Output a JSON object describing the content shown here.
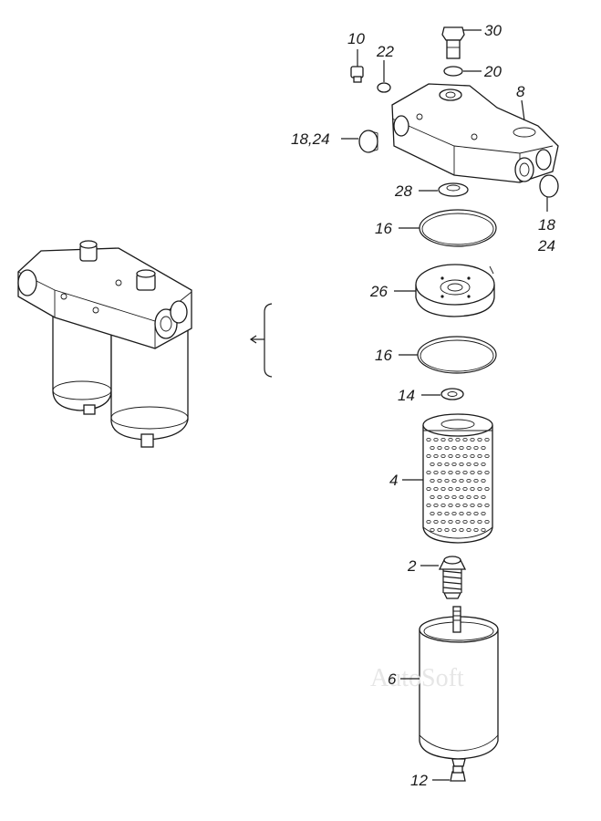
{
  "watermark": "AutoSoft",
  "labels": {
    "p30": "30",
    "p10": "10",
    "p22": "22",
    "p20": "20",
    "p8": "8",
    "p18_24": "18,24",
    "p28": "28",
    "p18": "18",
    "p24": "24",
    "p16_top": "16",
    "p26": "26",
    "p16_bottom": "16",
    "p14": "14",
    "p4": "4",
    "p2": "2",
    "p6": "6",
    "p12": "12"
  },
  "colors": {
    "line": "#1a1a1a",
    "background": "#ffffff",
    "watermark": "#e6e6e6"
  }
}
